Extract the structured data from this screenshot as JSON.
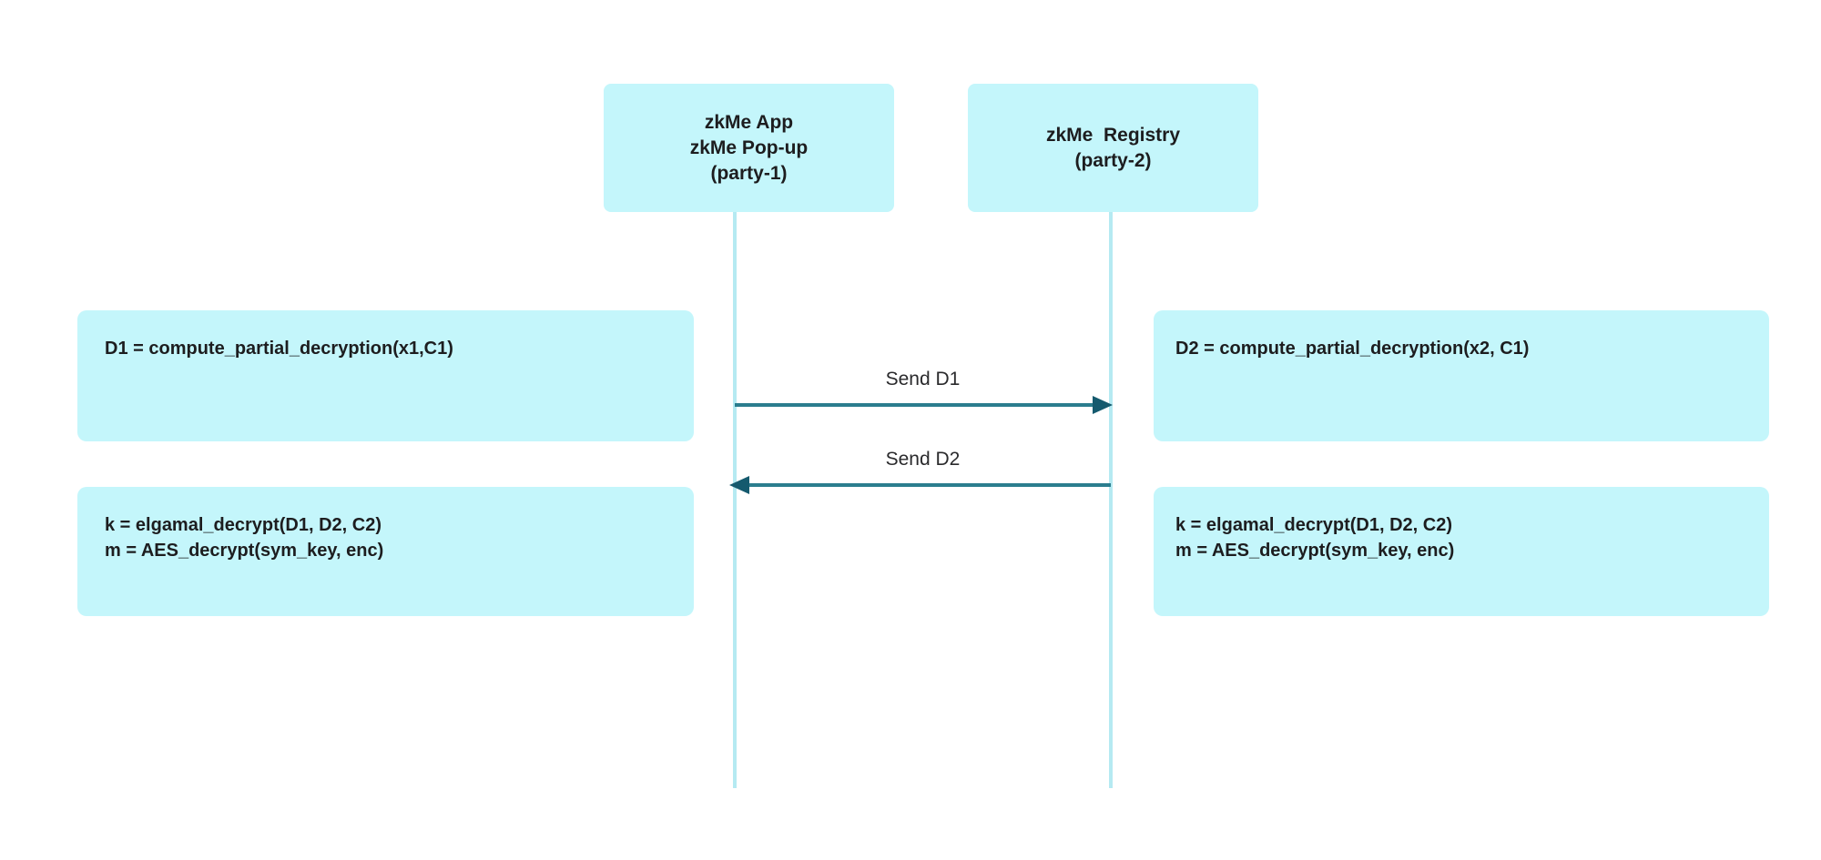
{
  "diagram": {
    "type": "sequence-diagram",
    "background": "#ffffff",
    "colors": {
      "box_fill": "#c4f6fb",
      "lifeline": "#b5eaf2",
      "arrow_line": "#2b7d8e",
      "arrow_head": "#155a6e",
      "text": "#1d1d1f"
    },
    "actors": [
      {
        "id": "party-1",
        "lines": [
          "zkMe App",
          "zkMe Pop-up",
          "(party-1)"
        ]
      },
      {
        "id": "party-2",
        "lines": [
          "zkMe  Registry",
          "(party-2)"
        ]
      }
    ],
    "messages": [
      {
        "label": "Send D1",
        "from": "party-1",
        "to": "party-2",
        "direction": "right"
      },
      {
        "label": "Send D2",
        "from": "party-2",
        "to": "party-1",
        "direction": "left"
      }
    ],
    "notes": [
      {
        "side": "left",
        "position": "top",
        "lines": [
          "D1 = compute_partial_decryption(x1,C1)"
        ]
      },
      {
        "side": "right",
        "position": "top",
        "lines": [
          "D2 = compute_partial_decryption(x2, C1)"
        ]
      },
      {
        "side": "left",
        "position": "bottom",
        "lines": [
          "k = elgamal_decrypt(D1, D2, C2)",
          "m = AES_decrypt(sym_key, enc)"
        ]
      },
      {
        "side": "right",
        "position": "bottom",
        "lines": [
          "k = elgamal_decrypt(D1, D2, C2)",
          "m = AES_decrypt(sym_key, enc)"
        ]
      }
    ]
  }
}
